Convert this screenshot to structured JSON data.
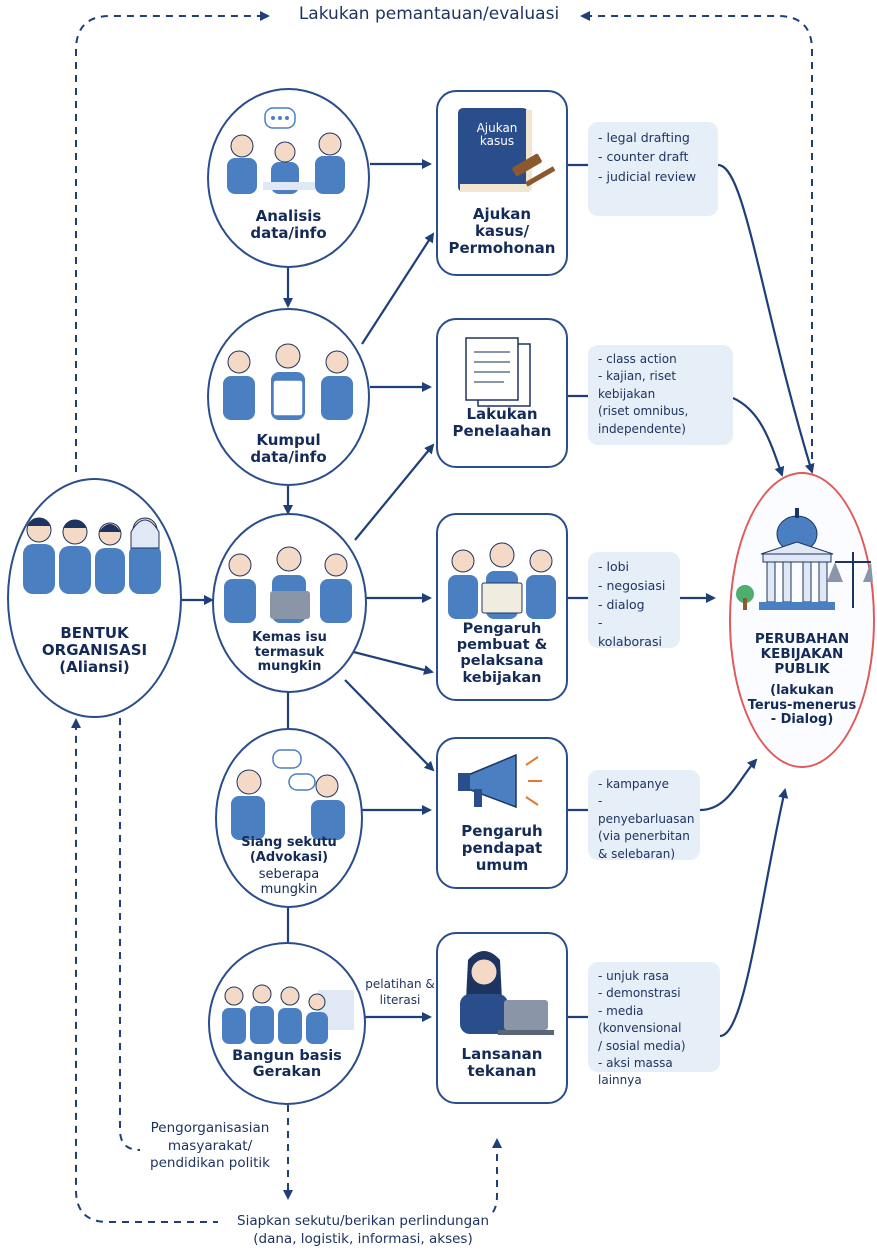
{
  "top_label": "Lakukan pemantauan/evaluasi",
  "bottom_label": "Siapkan sekutu/berikan perlindungan\n(dana, logistik, informasi, akses)",
  "left_label": "Pengorganisasian\nmasyarakat/\npendidikan politik",
  "edge_label": "pelatihan &\nliterasi",
  "nodes": {
    "organisasi": "BENTUK\nORGANISASI\n(Aliansi)",
    "analisis": "Analisis\ndata/info",
    "kumpul": "Kumpul\ndata/info",
    "kemas": "Kemas isu\ntermasuk\nmungkin",
    "siang": "Siang sekutu\n(Advokasi)",
    "siang_sub": "seberapa\nmungkin",
    "bangun": "Bangun basis\nGerakan",
    "ajukan": "Ajukan\nkasus/\nPermohonan",
    "ajukan_book": "Ajukan\nkasus",
    "penelaahan": "Lakukan\nPenelaahan",
    "pembuat": "Pengaruh\npembuat &\npelaksana\nkebijakan",
    "pendapat": "Pengaruh\npendapat\numum",
    "lansanan": "Lansanan\ntekanan",
    "perubahan": "PERUBAHAN\nKEBIJAKAN\nPUBLIK",
    "perubahan_sub": "(lakukan\nTerus-menerus\n- Dialog)"
  },
  "notes": {
    "ajukan": [
      "- legal drafting",
      "- counter draft",
      "- judicial review"
    ],
    "penelaahan": [
      "- class action",
      "- kajian, riset kebijakan\n  (riset omnibus,\n  independente)"
    ],
    "pembuat": [
      "- lobi",
      "- negosiasi",
      "- dialog",
      "- kolaborasi"
    ],
    "pendapat": [
      "- kampanye",
      "- penyebarluasan\n  (via penerbitan\n  & selebaran)"
    ],
    "lansanan": [
      "- unjuk rasa",
      "- demonstrasi",
      "- media (konvensional\n  / sosial media)",
      "- aksi massa lainnya"
    ]
  },
  "colors": {
    "line": "#1f3f7a",
    "node_border": "#2a4d8c",
    "accent_red": "#e05a5a",
    "note_bg": "#e6eef8",
    "figure": "#4a7fc1"
  }
}
